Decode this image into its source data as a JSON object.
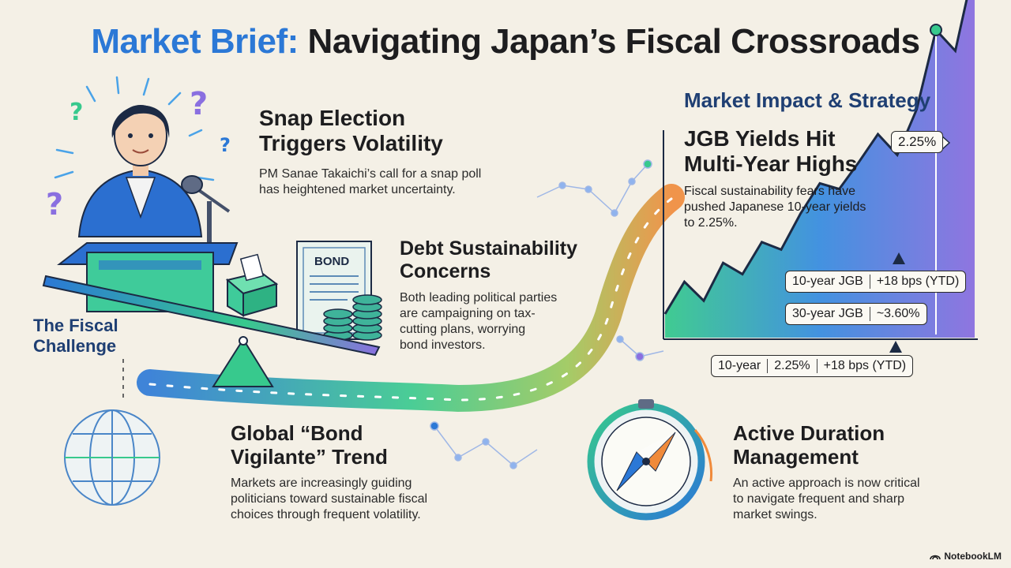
{
  "title": {
    "accent": "Market Brief:",
    "rest": " Navigating Japan’s Fiscal Crossroads"
  },
  "left": {
    "challenge_label": "The Fiscal\nChallenge",
    "bond_label": "BOND"
  },
  "sections": {
    "snap": {
      "title": "Snap Election\nTriggers Volatility",
      "body": "PM Sanae Takaichi’s call for a snap poll\nhas heightened market uncertainty."
    },
    "debt": {
      "title": "Debt Sustainability\nConcerns",
      "body": "Both leading political parties\nare campaigning on tax-\ncutting plans, worrying\nbond investors."
    },
    "global": {
      "title": "Global “Bond\nVigilante” Trend",
      "body": "Markets are increasingly guiding\npoliticians toward sustainable fiscal\nchoices through frequent volatility."
    },
    "duration": {
      "title": "Active Duration\nManagement",
      "body": "An active approach is now critical\nto navigate frequent and sharp\nmarket swings."
    }
  },
  "impact": {
    "heading": "Market Impact & Strategy",
    "chart_title": "JGB Yields Hit\nMulti-Year Highs",
    "chart_body": "Fiscal sustainability fears have\npushed Japanese 10-year yields\nto 2.25%."
  },
  "chart_data": {
    "type": "area",
    "title": "JGB Yields Hit Multi-Year Highs",
    "series": [
      {
        "values": [
          0.05,
          0.22,
          0.12,
          0.32,
          0.26,
          0.43,
          0.39,
          0.58,
          0.74,
          0.71,
          0.85,
          1.0,
          0.89,
          1.13,
          1.55,
          1.44,
          1.9
        ]
      }
    ],
    "peak_callout": "2.25%",
    "grid": false,
    "legend": "none"
  },
  "badges": {
    "b10": [
      "10-year JGB",
      "+18 bps (YTD)"
    ],
    "b30": [
      "30-year JGB",
      "~3.60%"
    ],
    "summary": [
      "10-year",
      "2.25%",
      "+18 bps (YTD)"
    ]
  },
  "colors": {
    "accent": "#2b78d6",
    "navy": "#1f3f73",
    "green": "#37c98d",
    "purple": "#8a6fe0",
    "orange": "#f08a3a"
  },
  "brand": "NotebookLM"
}
